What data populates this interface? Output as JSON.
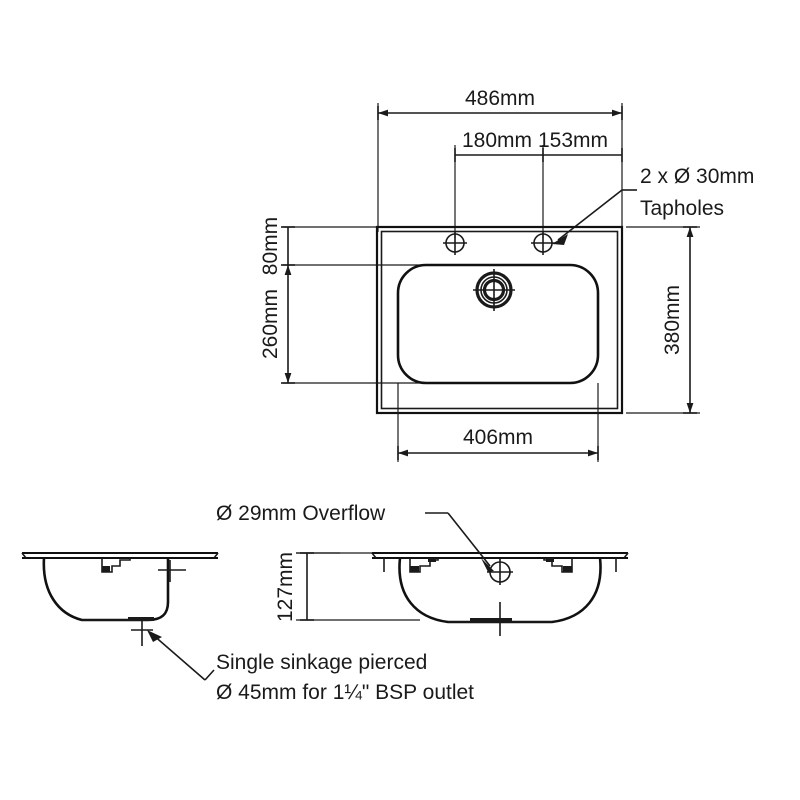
{
  "drawing": {
    "title": "Washbasin dimensioned technical drawing",
    "background_color": "#ffffff",
    "line_color": "#1a1a1a",
    "units": "mm"
  },
  "top_view": {
    "name": "plan-view",
    "dimensions": {
      "overall_width": "486mm",
      "taphole_left_offset": "180mm",
      "taphole_spacing": "153mm",
      "rim_back_depth": "80mm",
      "bowl_depth": "260mm",
      "overall_depth": "380mm",
      "bowl_width": "406mm"
    },
    "callout": {
      "line1": "2 x Ø 30mm",
      "line2": "Tapholes"
    },
    "features": {
      "taphole_left": "taphole",
      "taphole_right": "taphole",
      "waste_outlet": "waste-outlet"
    }
  },
  "side_view": {
    "name": "side-section-view",
    "callout": {
      "line1": "Single sinkage pierced",
      "line2": "Ø 45mm for 1¼\" BSP outlet"
    }
  },
  "front_view": {
    "name": "front-section-view",
    "dimensions": {
      "height": "127mm"
    },
    "callout": {
      "line1": "Ø 29mm Overflow"
    }
  }
}
